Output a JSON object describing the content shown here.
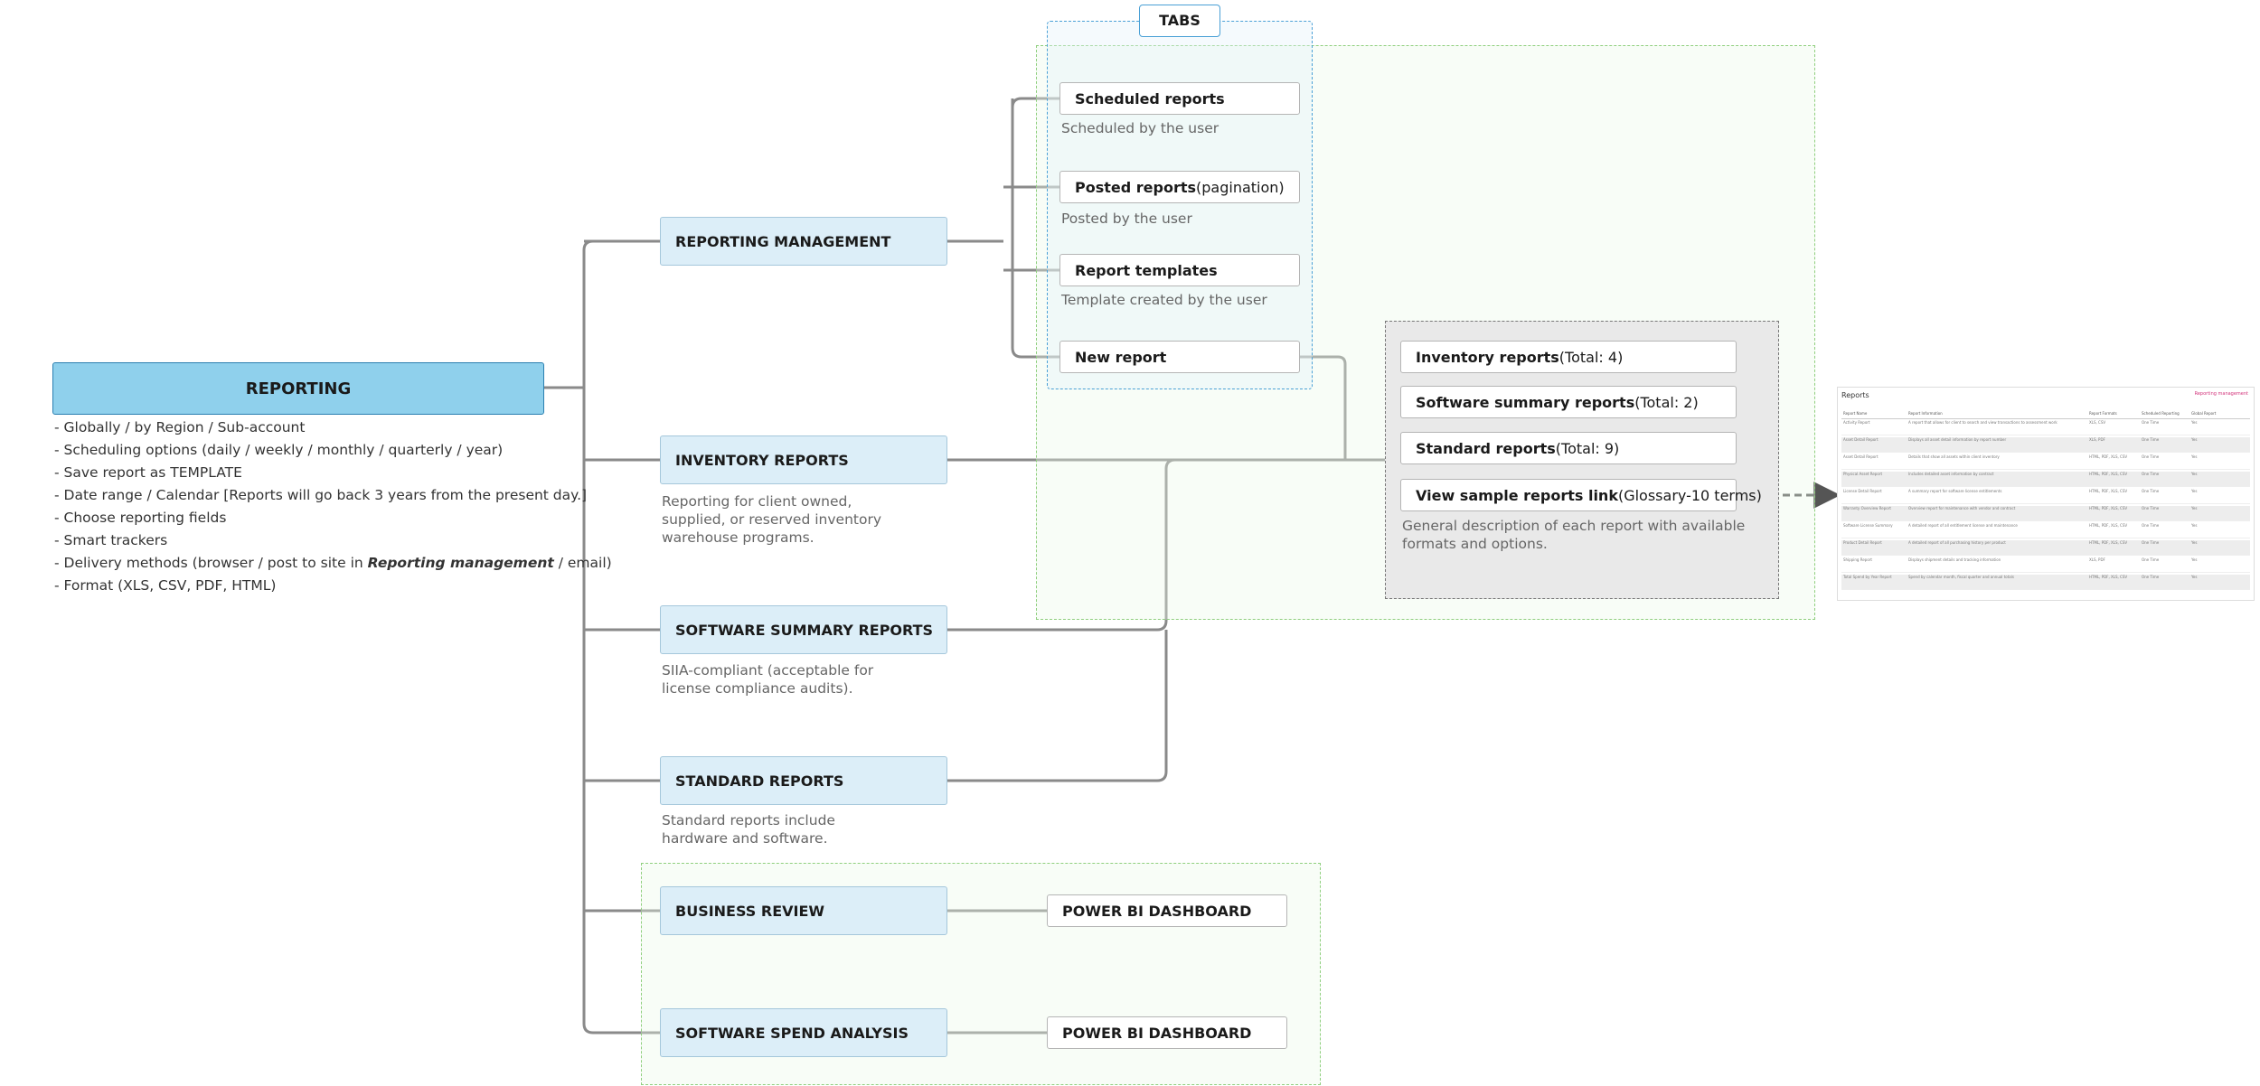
{
  "colors": {
    "root_fill": "#8fd0ec",
    "category_fill": "#dceef8",
    "tabs_border": "#4aa0d6",
    "green_region": "#8fcf7e",
    "connector": "#7a7a7a",
    "brand_pink": "#d2327a"
  },
  "root": {
    "label": "REPORTING",
    "bullets": [
      "- Globally / by Region / Sub-account",
      "- Scheduling options (daily / weekly / monthly / quarterly / year)",
      "- Save report as TEMPLATE",
      "- Date range / Calendar [Reports will go back 3 years from the present day.]",
      "- Choose reporting fields",
      "- Smart trackers",
      "- Delivery methods (browser / post to site in ",
      "- Format  (XLS, CSV, PDF, HTML)"
    ],
    "delivery_em": "Reporting management",
    "delivery_tail": " / email)"
  },
  "tabs": {
    "label": "TABS",
    "items": [
      {
        "label": "Scheduled reports",
        "suffix": "",
        "sub": "Scheduled by the user"
      },
      {
        "label": "Posted reports",
        "suffix": " (pagination)",
        "sub": "Posted by the user"
      },
      {
        "label": "Report templates",
        "suffix": "",
        "sub": "Template created by the user"
      },
      {
        "label": "New report",
        "suffix": "",
        "sub": ""
      }
    ]
  },
  "categories": [
    {
      "label": "REPORTING MANAGEMENT",
      "desc": ""
    },
    {
      "label": "INVENTORY REPORTS",
      "desc": "Reporting for client owned,\nsupplied, or reserved inventory\nwarehouse programs."
    },
    {
      "label": "SOFTWARE SUMMARY REPORTS",
      "desc": "SIIA-compliant (acceptable for\nlicense compliance audits)."
    },
    {
      "label": "STANDARD REPORTS",
      "desc": "Standard reports include\nhardware and software."
    },
    {
      "label": "BUSINESS REVIEW",
      "desc": ""
    },
    {
      "label": "SOFTWARE SPEND ANALYSIS",
      "desc": ""
    }
  ],
  "dashboards": [
    "POWER BI DASHBOARD",
    "POWER BI DASHBOARD"
  ],
  "summary_panel": {
    "items": [
      {
        "label": "Inventory reports",
        "suffix": " (Total: 4)"
      },
      {
        "label": "Software summary reports",
        "suffix": " (Total: 2)"
      },
      {
        "label": "Standard reports",
        "suffix": " (Total: 9)"
      },
      {
        "label": "View sample reports link",
        "suffix": " (Glossary-10 terms)"
      }
    ],
    "desc": "General description of each report with available\nformats and options."
  },
  "thumbnail": {
    "title": "Reports",
    "brand": "Reporting management",
    "headers": [
      "Report Name",
      "Report Information",
      "Report Formats",
      "Scheduled Reporting",
      "Global Report"
    ],
    "rows": [
      [
        "Activity Report",
        "A report that allows for client to search and view transactions to assessment work",
        "XLS, CSV",
        "One Time",
        "Yes"
      ],
      [
        "Asset Detail Report",
        "Displays all asset detail information by report number",
        "XLS, PDF",
        "One Time",
        "Yes"
      ],
      [
        "Asset Detail Report",
        "Details that show all assets within client inventory",
        "HTML, PDF, XLS, CSV",
        "One Time",
        "Yes"
      ],
      [
        "Physical Asset Report",
        "Includes detailed asset information by contract",
        "HTML, PDF, XLS, CSV",
        "One Time",
        "Yes"
      ],
      [
        "License Detail Report",
        "A summary report for software license entitlements",
        "HTML, PDF, XLS, CSV",
        "One Time",
        "Yes"
      ],
      [
        "Warranty Overview Report",
        "Overview report for maintenance with vendor and contract",
        "HTML, PDF, XLS, CSV",
        "One Time",
        "Yes"
      ],
      [
        "Software License Summary",
        "A detailed report of all entitlement license and maintenance",
        "HTML, PDF, XLS, CSV",
        "One Time",
        "Yes"
      ],
      [
        "Product Detail Report",
        "A detailed report of all purchasing history per product",
        "HTML, PDF, XLS, CSV",
        "One Time",
        "Yes"
      ],
      [
        "Shipping Report",
        "Displays shipment details and tracking information",
        "XLS, PDF",
        "One Time",
        "Yes"
      ],
      [
        "Total Spend by Year Report",
        "Spend by calendar month, fiscal quarter and annual totals",
        "HTML, PDF, XLS, CSV",
        "One Time",
        "Yes"
      ]
    ]
  }
}
